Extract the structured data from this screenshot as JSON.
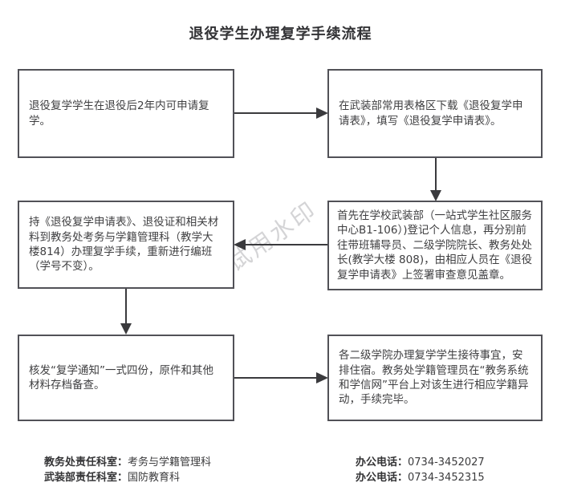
{
  "page": {
    "title": "退役学生办理复学手续流程",
    "watermark": "试用水印"
  },
  "flowchart": {
    "type": "flowchart",
    "boxes": [
      {
        "id": "step1",
        "text": "退役复学学生在退役后2年内可申请复学。"
      },
      {
        "id": "step2",
        "text": "在武装部常用表格区下载《退役复学申请表》，填写《退役复学申请表》。"
      },
      {
        "id": "step3",
        "text": "首先在学校武装部（一站式学生社区服务中心B1-106）)登记个人信息，再分别前往带班辅导员、二级学院院长、教务处处长(教学大楼 808)，由相应人员在《退役复学申请表》上签署审查意见盖章。"
      },
      {
        "id": "step4",
        "text": "持《退役复学申请表》、退役证和相关材料到教务处考务与学籍管理科（教学大楼814）办理复学手续，重新进行编班（学号不变）。"
      },
      {
        "id": "step5",
        "text": "核发“复学通知”一式四份，原件和其他材料存档备查。"
      },
      {
        "id": "step6",
        "text": "各二级学院办理复学学生接待事宜，安排住宿。教务处学籍管理员在“教务系统和学信网”平台上对该生进行相应学籍异动，手续完毕。"
      }
    ],
    "arrows": [
      {
        "from": "step1",
        "to": "step2",
        "direction": "right"
      },
      {
        "from": "step2",
        "to": "step3",
        "direction": "down"
      },
      {
        "from": "step3",
        "to": "step4",
        "direction": "left"
      },
      {
        "from": "step4",
        "to": "step5",
        "direction": "down"
      },
      {
        "from": "step5",
        "to": "step6",
        "direction": "right"
      }
    ]
  },
  "footer": {
    "left": [
      {
        "label": "教务处责任科室：",
        "value": "考务与学籍管理科"
      },
      {
        "label": "武装部责任科室：",
        "value": "国防教育科"
      }
    ],
    "right": [
      {
        "label": "办公电话：",
        "value": "0734-3452027"
      },
      {
        "label": "办公电话：",
        "value": "0734-3452315"
      }
    ]
  },
  "colors": {
    "box_border": "#515157",
    "text": "#3f3f41",
    "arrow": "#3a3a3d",
    "watermark": "#a0a0a5"
  }
}
